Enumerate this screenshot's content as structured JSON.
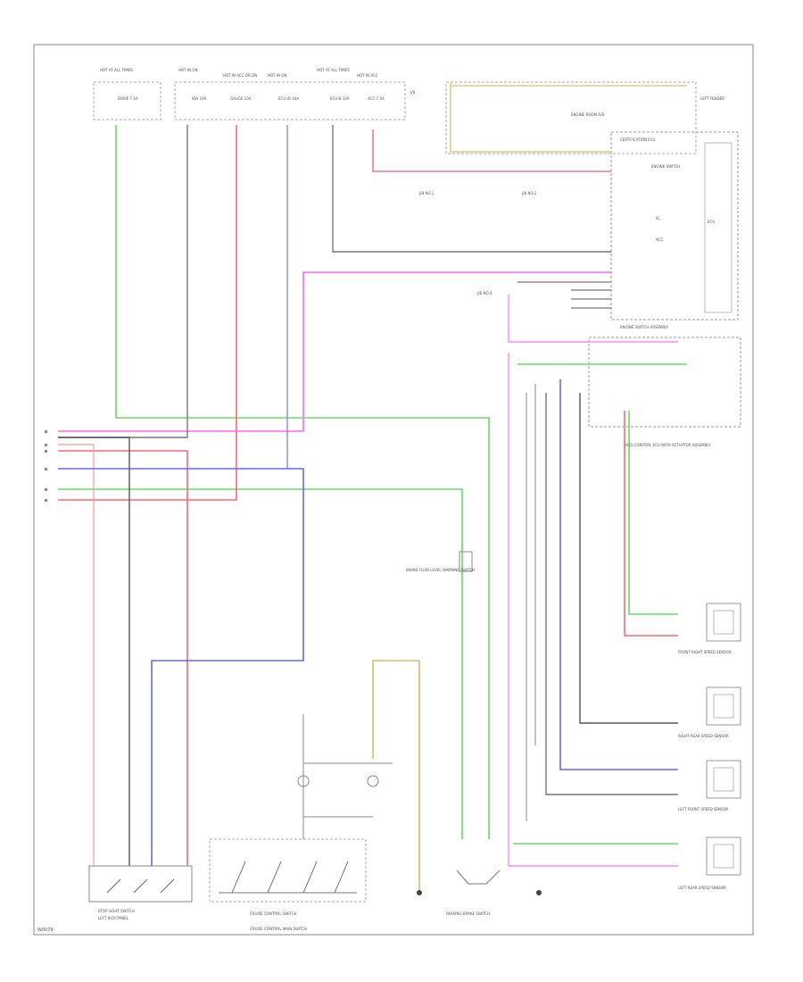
{
  "fuse_box": {
    "hot_always_1": "HOT AT ALL TIMES",
    "hot_run_1": "HOT IN ON",
    "hot_run_2": "HOT IN ACC OR ON",
    "hot_run_3": "HOT IN ON",
    "hot_always_2": "HOT AT ALL TIMES",
    "hot_run_4": "HOT IN ACC"
  },
  "fuses": {
    "f1": "DOME 7.5A",
    "f2": "IGN 10A",
    "f3": "GAUGE 10A",
    "f4": "ECU-IG 10A",
    "f5": "ECU-B 10A",
    "f6": "ACC 7.5A"
  },
  "junction_blocks": {
    "upper_right": "ENGINE ROOM R/B",
    "mid_1": "J/B NO.1",
    "mid_2": "J/B NO.2",
    "engine_room": "J/B",
    "main_relay": "J/B NO.3"
  },
  "modules": {
    "certification_ecu": "CERTIFICATION ECU",
    "ecu_label": "ECU",
    "engine_switch_label": "ENGINE SWITCH",
    "ig_label": "IG",
    "acc_label": "ACC",
    "smart_key_assembly": "ENGINE SWITCH ASSEMBLY",
    "skid_control_ecu": "SKID CONTROL ECU WITH ACTUATOR ASSEMBLY"
  },
  "sensors": {
    "front_right": "FRONT RIGHT SPEED SENSOR",
    "front_left": "LEFT FRONT SPEED SENSOR",
    "rear_right": "RIGHT REAR SPEED SENSOR",
    "rear_left": "LEFT REAR SPEED SENSOR"
  },
  "switches": {
    "stop_light": "STOP LIGHT SWITCH",
    "cruise_control": "CRUISE CONTROL SWITCH",
    "cruise_control_main": "CRUISE CONTROL MAIN SWITCH",
    "brake_fluid": "BRAKE FLUID LEVEL WARNING SWITCH",
    "parking_brake": "PARKING BRAKE SWITCH"
  },
  "grounds": {
    "g1": "LEFT KICK PANEL",
    "g2": "LEFT FENDER"
  },
  "footer_code": "W0079"
}
